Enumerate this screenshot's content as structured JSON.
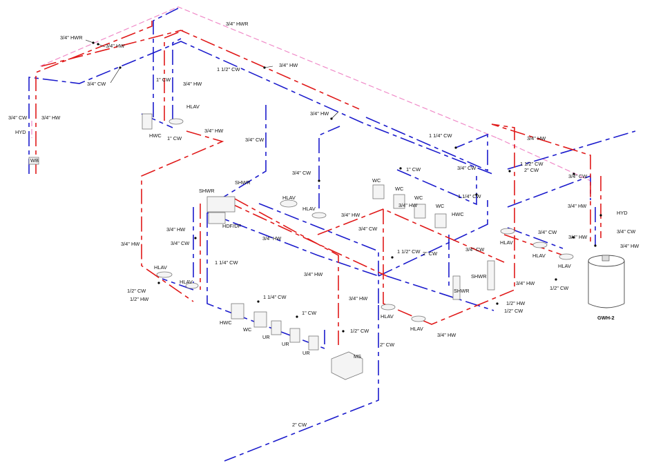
{
  "colors": {
    "cold_water": "#1a1acc",
    "hot_water": "#e01818",
    "hot_water_return": "#f08ac8"
  },
  "labels": {
    "hwr_top": "3/4\" HWR",
    "hwr_left": "3/4\" HWR",
    "hw_left_top": "3/4\" HW",
    "cw_left_top": "3/4\" CW",
    "cw_main_top": "1 1/2\" CW",
    "hw_main_top": "3/4\" HW",
    "cw_1_top": "1\" CW",
    "hw_top_hlav": "3/4\" HW",
    "hlav_top": "HLAV",
    "cw_1_hwc": "1\" CW",
    "hwc_top": "HWC",
    "cw_left_riser": "3/4\" CW",
    "hw_left_riser": "3/4\" HW",
    "hyd_left": "HYD",
    "wb_left": "WB",
    "hw_mid_top": "3/4\" HW",
    "cw_mid_riser": "3/4\" CW",
    "hw_mid_branch": "3/4\" HW",
    "cw_mid_branch": "3/4\" CW",
    "shwr_a": "SHWR",
    "shwr_b": "SHWR",
    "hlav_mid": "HLAV",
    "hlav_mid2": "HLAV",
    "hdf_df": "HDF/DF",
    "hw_left_branch": "3/4\" HW",
    "cw_left_branch": "3/4\" CW",
    "hw_left_big": "3/4\" HW",
    "hw_mid_lower": "3/4\" HW",
    "cw_114_lower": "1 1/4\" CW",
    "hlav_low_left": "HLAV",
    "hlav_low_left2": "HLAV",
    "cw_half_left": "1/2\" CW",
    "hw_half_left": "1/2\" HW",
    "cw_114_bottom": "1 1/4\" CW",
    "cw_1_bottom": "1\" CW",
    "hwc_bottom": "HWC",
    "wc_bottom": "WC",
    "ur1": "UR",
    "ur2": "UR",
    "ur3": "UR",
    "hw_center_drop": "3/4\" HW",
    "hw_center_drop2": "3/4\" HW",
    "cw_half_ms": "1/2\" CW",
    "ms": "MS",
    "cw_2_bottom": "2\" CW",
    "cw_2_bottom_left": "2\" CW",
    "hw_right_top": "3/4\" HW",
    "cw_114_right_top": "1 1/4\" CW",
    "cw_34_right_top": "3/4\" CW",
    "cw_1_wc": "1\" CW",
    "wc1": "WC",
    "wc2": "WC",
    "wc3": "WC",
    "wc4": "WC",
    "hwc_right": "HWC",
    "cw_114_wc": "1 1/4\" CW",
    "hw_center": "3/4\" HW",
    "cw_center": "3/4\" CW",
    "cw_112_center": "1 1/2\" CW",
    "cw_2_center": "2\" CW",
    "cw_34_center2": "3/4\" CW",
    "cw_112_right": "1 1/2\" CW",
    "cw_2_right": "2\" CW",
    "cw_34_right": "3/4\" CW",
    "hw_right_far": "3/4\" HW",
    "hw_right_mid": "3/4\" HW",
    "cw_34_right_mid": "3/4\" CW",
    "hw_34_right_mid2": "3/4\" HW",
    "hlav_right1": "HLAV",
    "hlav_right2": "HLAV",
    "hlav_right3": "HLAV",
    "cw_half_right": "1/2\" CW",
    "shwr_right1": "SHWR",
    "shwr_right2": "SHWR",
    "hw_right_low": "3/4\" HW",
    "hw_half_right": "1/2\" HW",
    "cw_half_right2": "1/2\" CW",
    "hlav_center_low": "HLAV",
    "hlav_center_low2": "HLAV",
    "hw_center_low": "3/4\" HW",
    "hyd_right": "HYD",
    "cw_34_gwh": "3/4\" CW",
    "hw_34_gwh": "3/4\" HW",
    "gwh": "GWH-2"
  }
}
